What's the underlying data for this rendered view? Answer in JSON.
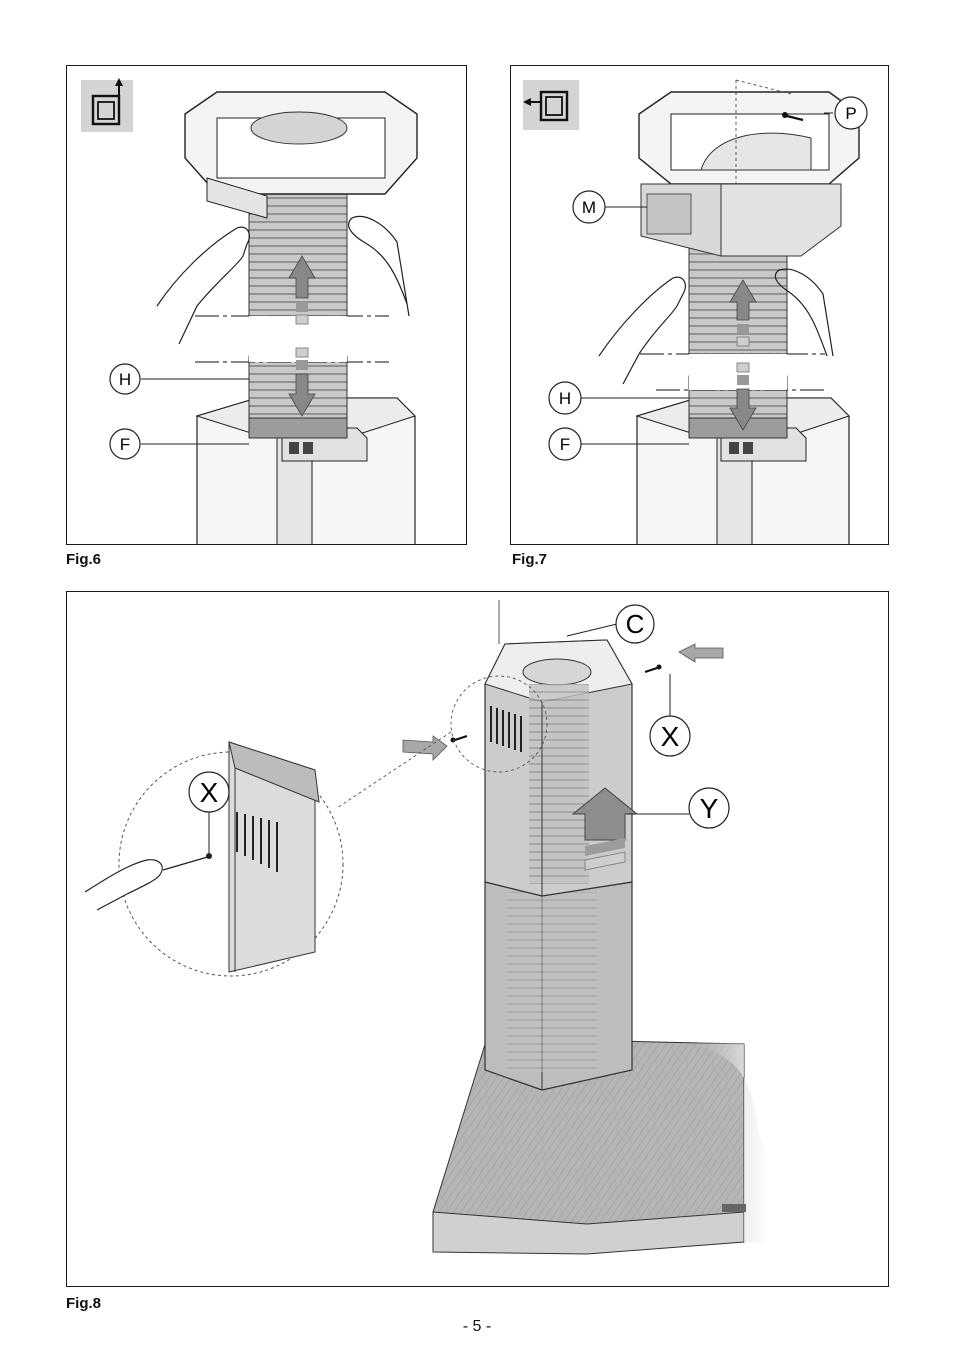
{
  "figures": [
    {
      "caption": "Fig.6",
      "labels": {
        "h": "H",
        "f": "F"
      }
    },
    {
      "caption": "Fig.7",
      "labels": {
        "p": "P",
        "m": "M",
        "h": "H",
        "f": "F"
      }
    },
    {
      "caption": "Fig.8",
      "labels": {
        "c": "C",
        "x_top": "X",
        "x_detail": "X",
        "y": "Y"
      }
    }
  ],
  "page_number": "- 5 -",
  "icons": [
    "duct-outlet-top-icon",
    "duct-outlet-side-icon"
  ]
}
